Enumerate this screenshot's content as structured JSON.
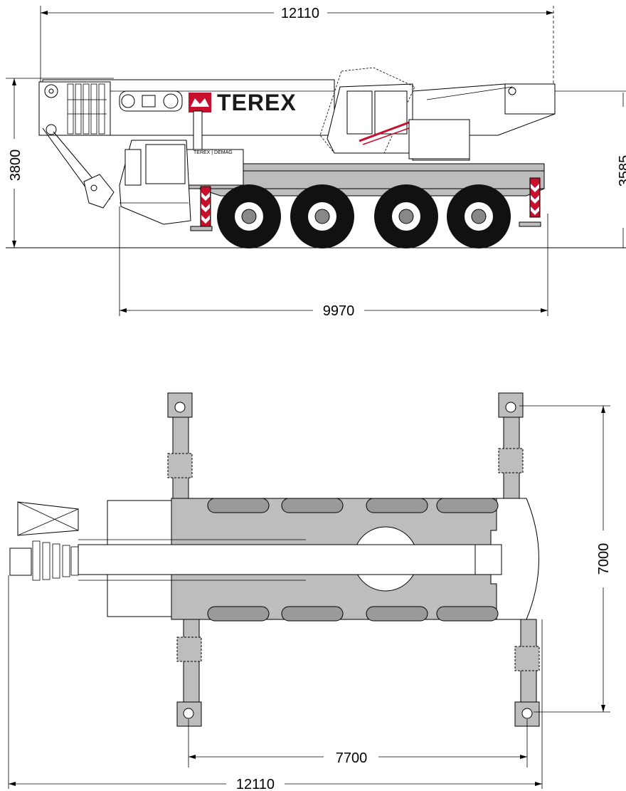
{
  "side_view": {
    "overall_length_label": "12110",
    "height_label": "3800",
    "height_right_label": "3585",
    "wheelbase_length_label": "9970",
    "logo_text": "TEREX",
    "cab_badge_text": "TEREX | DEMAG",
    "accent_color": "#c8102e"
  },
  "top_view": {
    "outrigger_width_label": "7000",
    "outrigger_span_label": "7700",
    "overall_length_label": "12110"
  }
}
